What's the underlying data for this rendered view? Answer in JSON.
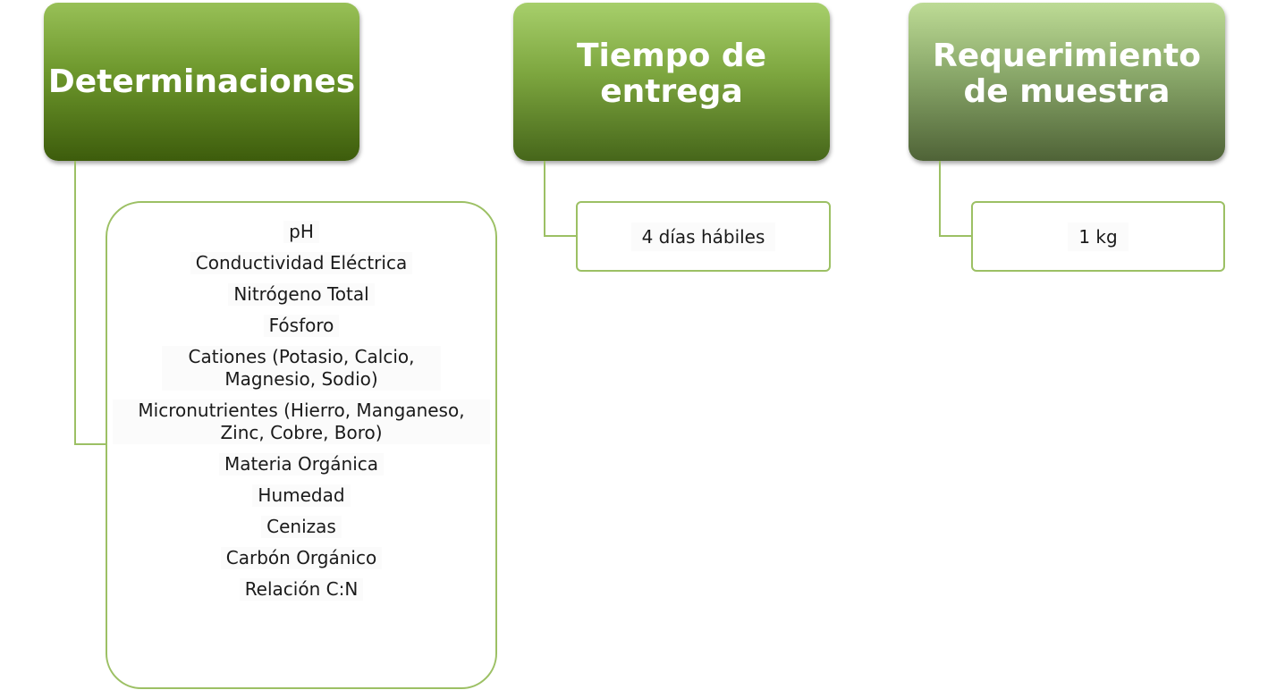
{
  "colors": {
    "header_1_gradient": [
      "#98c057",
      "#3d5c0c"
    ],
    "header_2_gradient": [
      "#a7cf6b",
      "#46661a"
    ],
    "header_3_gradient": [
      "#bddb95",
      "#4f6337"
    ],
    "connector": "#9cc064",
    "box_border": "#9cc064",
    "header_text": "#ffffff"
  },
  "columns": [
    {
      "title": "Determinaciones",
      "items": [
        "pH",
        "Conductividad Eléctrica",
        "Nitrógeno Total",
        "Fósforo",
        "Cationes (Potasio, Calcio, Magnesio, Sodio)",
        "Micronutrientes (Hierro, Manganeso, Zinc, Cobre, Boro)",
        "Materia Orgánica",
        "Humedad",
        "Cenizas",
        "Carbón Orgánico",
        "Relación C:N"
      ]
    },
    {
      "title": "Tiempo de entrega",
      "value": "4 días hábiles"
    },
    {
      "title": "Requerimiento de muestra",
      "value": "1 kg"
    }
  ]
}
